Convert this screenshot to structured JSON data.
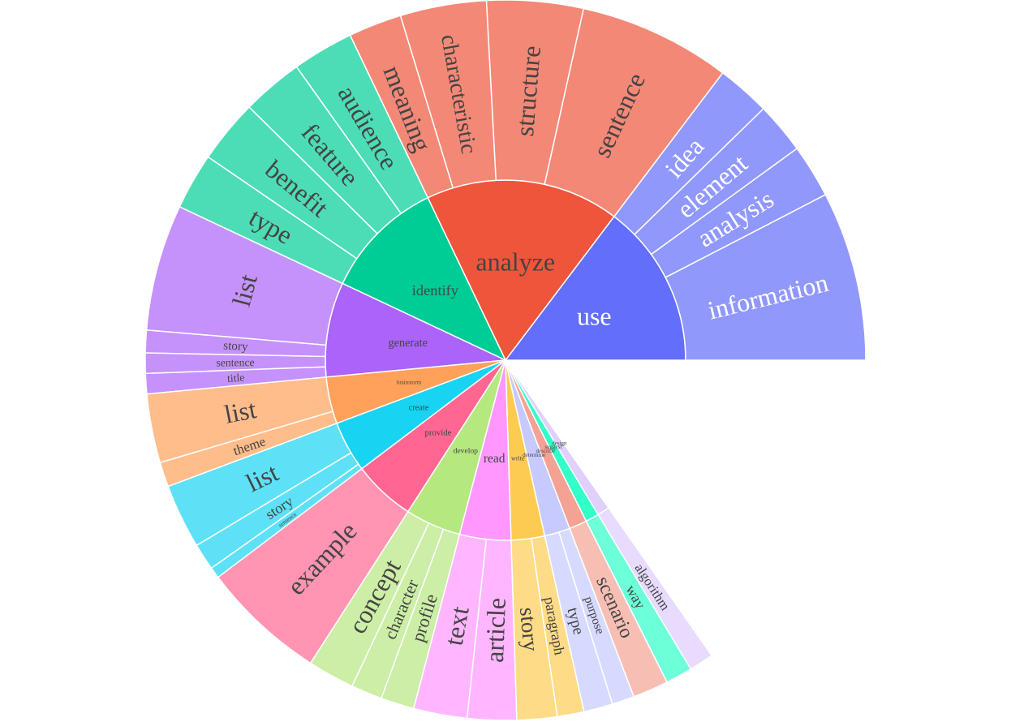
{
  "chart_data": {
    "type": "sunburst",
    "title": "",
    "start_angle_deg": 0,
    "direction": "counterclockwise",
    "root_value": 100,
    "parents": [
      {
        "label": "use",
        "color": "#636efa",
        "label_color": "#ffffff",
        "value": 14.7,
        "children": [
          {
            "label": "information",
            "color": "#9198fb",
            "value": 7.6
          },
          {
            "label": "analysis",
            "color": "#9198fb",
            "value": 2.4
          },
          {
            "label": "element",
            "color": "#9198fb",
            "value": 2.3
          },
          {
            "label": "idea",
            "color": "#9198fb",
            "value": 2.4
          }
        ]
      },
      {
        "label": "analyze",
        "color": "#ef553b",
        "label_color": "#444444",
        "value": 17.4,
        "children": [
          {
            "label": "sentence",
            "color": "#f48876",
            "value": 6.0
          },
          {
            "label": "structure",
            "color": "#f48876",
            "value": 3.8
          },
          {
            "label": "characteristic",
            "color": "#f48876",
            "value": 3.4
          },
          {
            "label": "meaning",
            "color": "#f48876",
            "value": 2.1
          }
        ]
      },
      {
        "label": "identify",
        "color": "#00cc96",
        "label_color": "#444444",
        "value": 10.9,
        "children": [
          {
            "label": "audience",
            "color": "#4dddb6",
            "value": 2.6
          },
          {
            "label": "feature",
            "color": "#4dddb6",
            "value": 2.6
          },
          {
            "label": "benefit",
            "color": "#4dddb6",
            "value": 2.7
          },
          {
            "label": "type",
            "color": "#4dddb6",
            "value": 2.4
          }
        ]
      },
      {
        "label": "generate",
        "color": "#ab63fa",
        "label_color": "#444444",
        "value": 8.5,
        "children": [
          {
            "label": "list",
            "color": "#c592fb",
            "value": 5.6
          },
          {
            "label": "story",
            "color": "#c592fb",
            "value": 1.0
          },
          {
            "label": "sentence",
            "color": "#c592fb",
            "value": 0.9
          },
          {
            "label": "title",
            "color": "#c592fb",
            "value": 0.9
          }
        ]
      },
      {
        "label": "brainstorm",
        "color": "#ffa15a",
        "label_color": "#444444",
        "value": 4.2,
        "children": [
          {
            "label": "list",
            "color": "#ffbd8c",
            "value": 3.9
          },
          {
            "label": "theme",
            "color": "#ffbd8c",
            "value": 1.4
          }
        ]
      },
      {
        "label": "create",
        "color": "#19d3f3",
        "label_color": "#444444",
        "value": 4.6,
        "children": [
          {
            "label": "list",
            "color": "#5ee1f7",
            "value": 2.9
          },
          {
            "label": "story",
            "color": "#5ee1f7",
            "value": 1.2
          },
          {
            "label": "sentence",
            "color": "#5ee1f7",
            "value": 0.5
          }
        ]
      },
      {
        "label": "provide",
        "color": "#ff6692",
        "label_color": "#444444",
        "value": 5.6,
        "children": [
          {
            "label": "example",
            "color": "#ff94b3",
            "value": 5.6
          }
        ]
      },
      {
        "label": "develop",
        "color": "#b6e880",
        "label_color": "#444444",
        "value": 5.0,
        "children": [
          {
            "label": "concept",
            "color": "#cceea6",
            "value": 2.1
          },
          {
            "label": "character",
            "color": "#cceea6",
            "value": 1.4
          },
          {
            "label": "profile",
            "color": "#cceea6",
            "value": 1.5
          }
        ]
      },
      {
        "label": "read",
        "color": "#ff97ff",
        "label_color": "#444444",
        "value": 4.6,
        "children": [
          {
            "label": "text",
            "color": "#ffb6ff",
            "value": 2.4
          },
          {
            "label": "article",
            "color": "#ffb6ff",
            "value": 2.2
          }
        ]
      },
      {
        "label": "write",
        "color": "#fecb52",
        "label_color": "#444444",
        "value": 3.0,
        "children": [
          {
            "label": "story",
            "color": "#fedb86",
            "value": 1.8
          },
          {
            "label": "paragraph",
            "color": "#fedb86",
            "value": 1.2
          }
        ]
      },
      {
        "label": "determine",
        "color": "#c6caff",
        "label_color": "#444444",
        "value": 2.3,
        "children": [
          {
            "label": "type",
            "color": "#d7daff",
            "value": 1.3
          },
          {
            "label": "purpose",
            "color": "#d7daff",
            "value": 1.0
          }
        ]
      },
      {
        "label": "describe",
        "color": "#f3a294",
        "label_color": "#444444",
        "value": 1.6,
        "children": [
          {
            "label": "scenario",
            "color": "#f7bfb4",
            "value": 1.6
          }
        ]
      },
      {
        "label": "suggest",
        "color": "#33ffc9",
        "label_color": "#444444",
        "value": 1.2,
        "children": [
          {
            "label": "way",
            "color": "#6dffd7",
            "value": 1.2
          }
        ]
      },
      {
        "label": "design",
        "color": "#e1cffc",
        "label_color": "#444444",
        "value": 1.1,
        "children": [
          {
            "label": "algorithm",
            "color": "#e8dbfd",
            "value": 1.1
          }
        ]
      }
    ]
  }
}
